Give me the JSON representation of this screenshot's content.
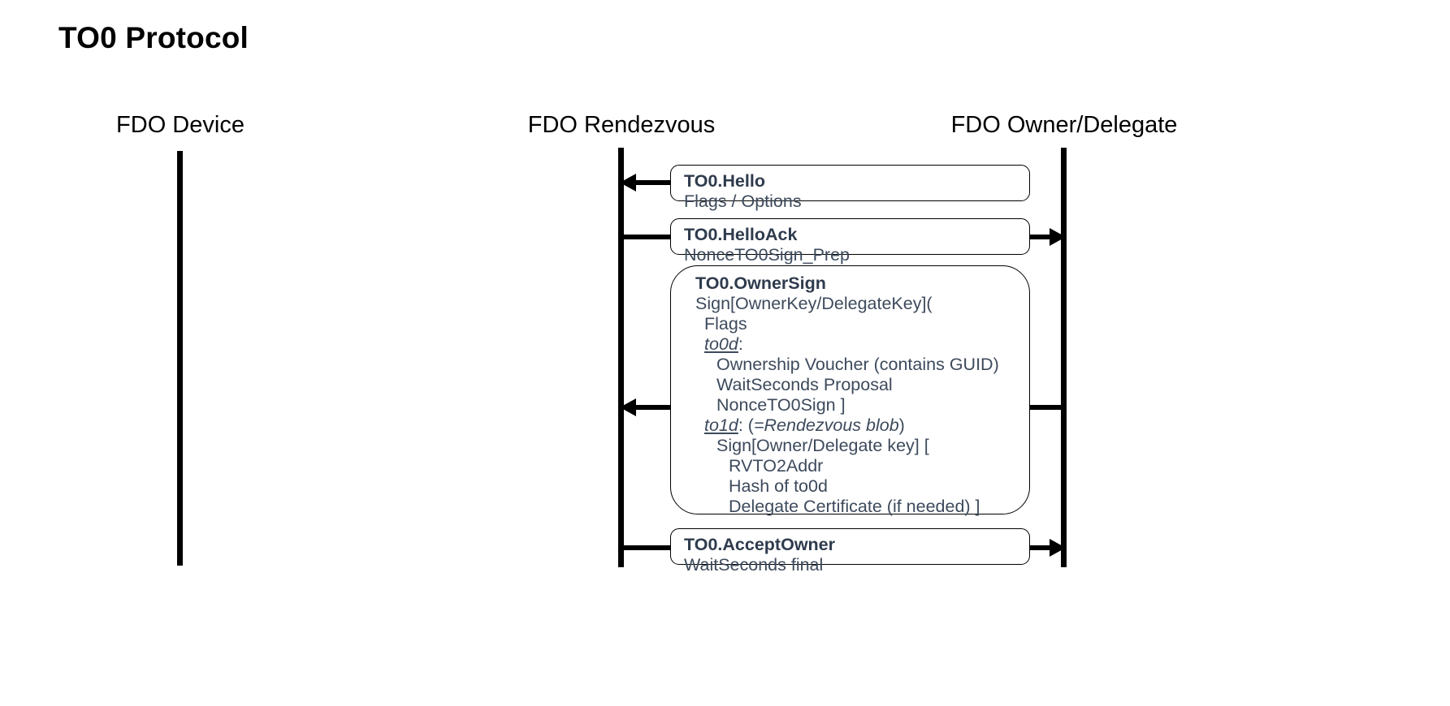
{
  "title": "TO0 Protocol",
  "lifelines": [
    {
      "name": "fdo-device",
      "label": "FDO Device"
    },
    {
      "name": "fdo-rendezvous",
      "label": "FDO Rendezvous"
    },
    {
      "name": "fdo-owner-delegate",
      "label": "FDO Owner/Delegate"
    }
  ],
  "messages": [
    {
      "name": "to0-hello",
      "title": "TO0.Hello",
      "direction": "left",
      "from": "FDO Owner/Delegate",
      "to": "FDO Rendezvous",
      "lines": [
        "Flags / Options"
      ]
    },
    {
      "name": "to0-helloack",
      "title": "TO0.HelloAck",
      "direction": "right",
      "from": "FDO Rendezvous",
      "to": "FDO Owner/Delegate",
      "lines": [
        "NonceTO0Sign_Prep"
      ]
    },
    {
      "name": "to0-ownersign",
      "title": "TO0.OwnerSign",
      "direction": "left",
      "from": "FDO Owner/Delegate",
      "to": "FDO Rendezvous",
      "lines": [
        "Sign[OwnerKey/DelegateKey](",
        "Flags",
        "to0d:",
        "Ownership Voucher (contains GUID)",
        "WaitSeconds Proposal",
        "NonceTO0Sign    ]",
        "to1d: (=Rendezvous blob)",
        "Sign[Owner/Delegate key] [",
        "RVTO2Addr",
        "Hash of to0d",
        "Delegate Certificate (if needed) ]"
      ]
    },
    {
      "name": "to0-acceptowner",
      "title": "TO0.AcceptOwner",
      "direction": "right",
      "from": "FDO Rendezvous",
      "to": "FDO Owner/Delegate",
      "lines": [
        "WaitSeconds final"
      ]
    }
  ],
  "colors": {
    "text_body": "#3d4a5c",
    "text_title": "#2f3b4d",
    "heading": "#000000",
    "line": "#000000",
    "background": "#ffffff"
  }
}
